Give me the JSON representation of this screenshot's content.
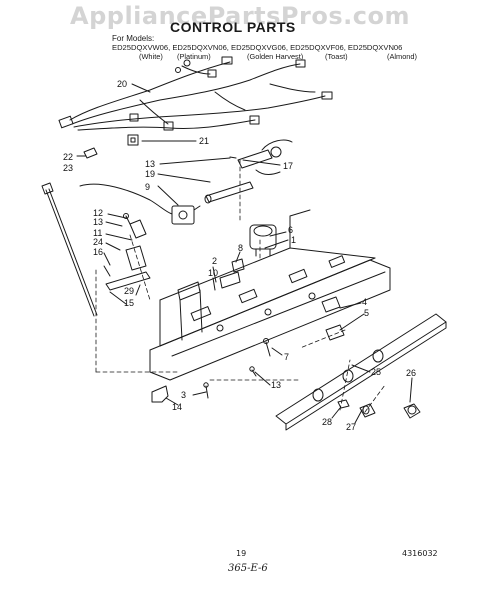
{
  "watermark": "AppliancePartsPros.com",
  "header": {
    "title": "CONTROL PARTS",
    "models_label": "For Models:",
    "models_line": "ED25DQXVW06, ED25DQXVN06, ED25DQXVG06, ED25DQXVF06, ED25DQXVN06",
    "finishes": [
      "(White)",
      "(Platinum)",
      "(Golden Harvest)",
      "(Toast)",
      "(Almond)"
    ]
  },
  "callouts": [
    "20",
    "21",
    "22",
    "23",
    "13",
    "17",
    "19",
    "9",
    "8",
    "6",
    "1",
    "12",
    "13",
    "11",
    "24",
    "16",
    "2",
    "10",
    "29",
    "15",
    "4",
    "5",
    "7",
    "3",
    "13",
    "14",
    "25",
    "26",
    "28",
    "27"
  ],
  "footer": {
    "page_number": "19",
    "part_number": "4316032",
    "handwritten_note": "365-E-6"
  },
  "colors": {
    "ink": "#1a1a1a",
    "watermark": "#d4d4d4",
    "paper": "#ffffff"
  }
}
